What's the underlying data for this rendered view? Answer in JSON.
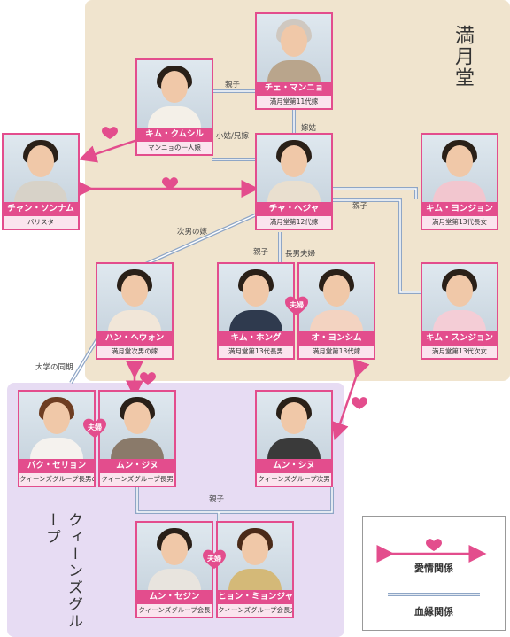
{
  "groups": {
    "mangetsu": "満月堂",
    "queens": "クィーンズグループ"
  },
  "people": {
    "che_mannyo": {
      "name": "チェ・マンニョ",
      "role": "満月堂第11代嫁"
    },
    "kim_kumsil": {
      "name": "キム・クムシル",
      "role": "マンニョの一人娘"
    },
    "chan_sonnam": {
      "name": "チャン・ソンナム",
      "role": "バリスタ"
    },
    "cha_heja": {
      "name": "チャ・ヘジャ",
      "role": "満月堂第12代嫁"
    },
    "kim_yonjon": {
      "name": "キム・ヨンジョン",
      "role": "満月堂第13代長女"
    },
    "han_hewon": {
      "name": "ハン・ヘウォン",
      "role": "満月堂次男の嫁"
    },
    "kim_hong": {
      "name": "キム・ホング",
      "role": "満月堂第13代長男"
    },
    "o_yonsim": {
      "name": "オ・ヨンシム",
      "role": "満月堂第13代嫁"
    },
    "kim_sunjon": {
      "name": "キム・スンジョン",
      "role": "満月堂第13代次女"
    },
    "paku_serion": {
      "name": "パク・セリョン",
      "role": "クィーンズグループ長男の嫁"
    },
    "mun_jinu": {
      "name": "ムン・ジヌ",
      "role": "クィーンズグループ長男"
    },
    "mun_sinu": {
      "name": "ムン・シヌ",
      "role": "クィーンズグループ次男"
    },
    "mun_sejin": {
      "name": "ムン・セジン",
      "role": "クィーンズグループ会長"
    },
    "hyon_myonja": {
      "name": "ヒョン・ミョンジャ",
      "role": "クィーンズグループ会長夫人"
    }
  },
  "relations": {
    "oyako": "親子",
    "yome_shuto": "嫁姑",
    "kojuto": "小姑/兄嫁",
    "jinan_yome": "次男の嫁",
    "chonan_fufu": "長男夫婦",
    "daigaku": "大学の同期",
    "fufu": "夫婦"
  },
  "legend": {
    "love": "愛情関係",
    "blood": "血縁関係"
  },
  "colors": {
    "pink": "#e34d8d",
    "blood_line": "#8fa6c6",
    "mangetsu_bg": "#f0e4ce",
    "queens_bg": "#e7dcf3"
  }
}
